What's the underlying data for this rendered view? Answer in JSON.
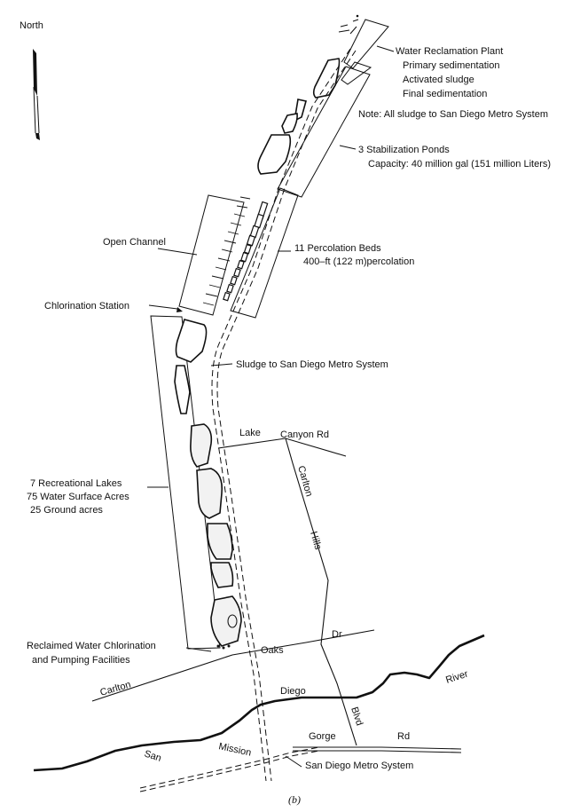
{
  "north": {
    "label": "North"
  },
  "plant": {
    "title": "Water Reclamation Plant",
    "lines": [
      "Primary sedimentation",
      "Activated sludge",
      "Final sedimentation"
    ],
    "note": "Note:  All sludge to San Diego Metro System"
  },
  "ponds": {
    "title": "3    Stabilization Ponds",
    "capacity": "Capacity:  40  million  gal (151 million Liters)"
  },
  "open_channel": {
    "label": "Open  Channel"
  },
  "percolation": {
    "title": "11  Percolation Beds",
    "detail": "400–ft (122 m)percolation"
  },
  "chlorination_station": {
    "label": "Chlorination  Station"
  },
  "sludge": {
    "label": "Sludge to San Diego Metro System"
  },
  "lakes": {
    "line1": "7  Recreational  Lakes",
    "line2": "75  Water Surface Acres",
    "line3": "25  Ground  acres"
  },
  "reclaimed": {
    "line1": "Reclaimed Water Chlorination",
    "line2": "and Pumping Facilities"
  },
  "roads": {
    "lake": "Lake",
    "canyon_rd": "Canyon Rd",
    "carlton_v": "Carlton",
    "hills": "Hills",
    "dr": "Dr",
    "oaks": "Oaks",
    "carlton_h": "Carlton",
    "blvd": "Blvd",
    "gorge": "Gorge",
    "rd": "Rd"
  },
  "river": {
    "diego": "Diego",
    "river": "River",
    "san": "San",
    "mission": "Mission"
  },
  "metro": {
    "label": "San  Diego  Metro  System"
  },
  "caption": "(b)"
}
